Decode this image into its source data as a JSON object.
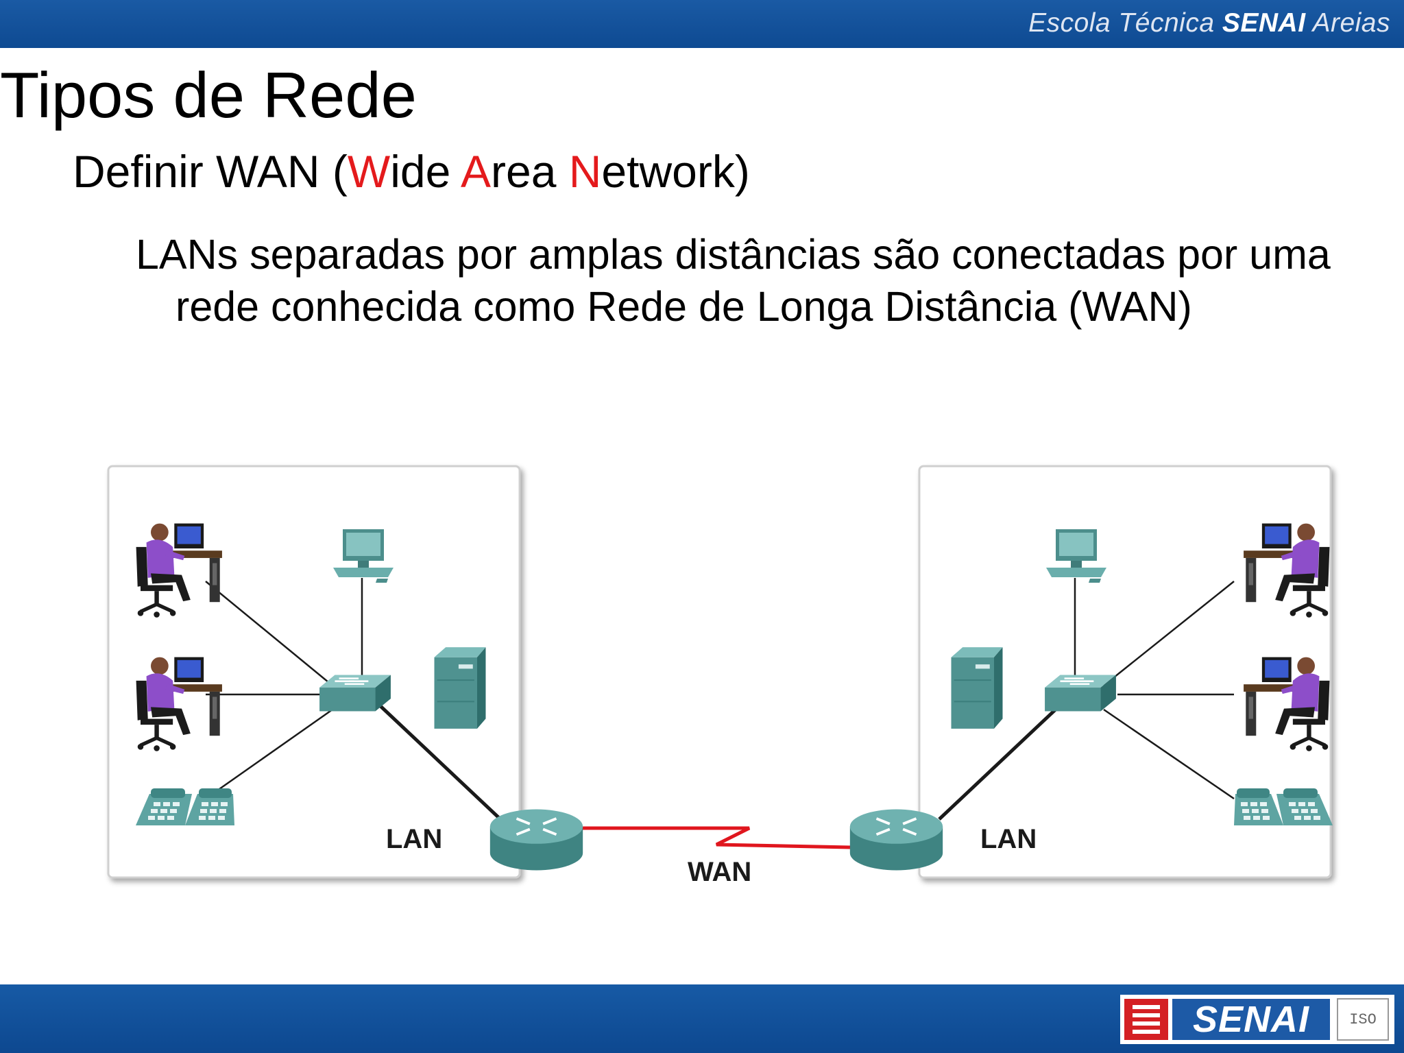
{
  "header": {
    "brand_prefix": "Escola Técnica",
    "brand_strong": "SENAI",
    "brand_suffix": "Areias"
  },
  "slide": {
    "title": "Tipos de Rede",
    "subtitle": {
      "prefix": "Definir WAN (",
      "w": "W",
      "ide": "ide ",
      "a": "A",
      "rea": "rea ",
      "n": "N",
      "etwork": "etwork)"
    },
    "body": "LANs separadas por amplas distâncias são conectadas por uma rede conhecida como Rede de Longa Distância (WAN)"
  },
  "diagram": {
    "left_lan_label": "LAN",
    "right_lan_label": "LAN",
    "wan_label": "WAN",
    "wan_link_color": "#e0161e",
    "device_color": "#5a9e9c"
  },
  "footer": {
    "logo_text": "SENAI",
    "iso_text": "ISO"
  }
}
